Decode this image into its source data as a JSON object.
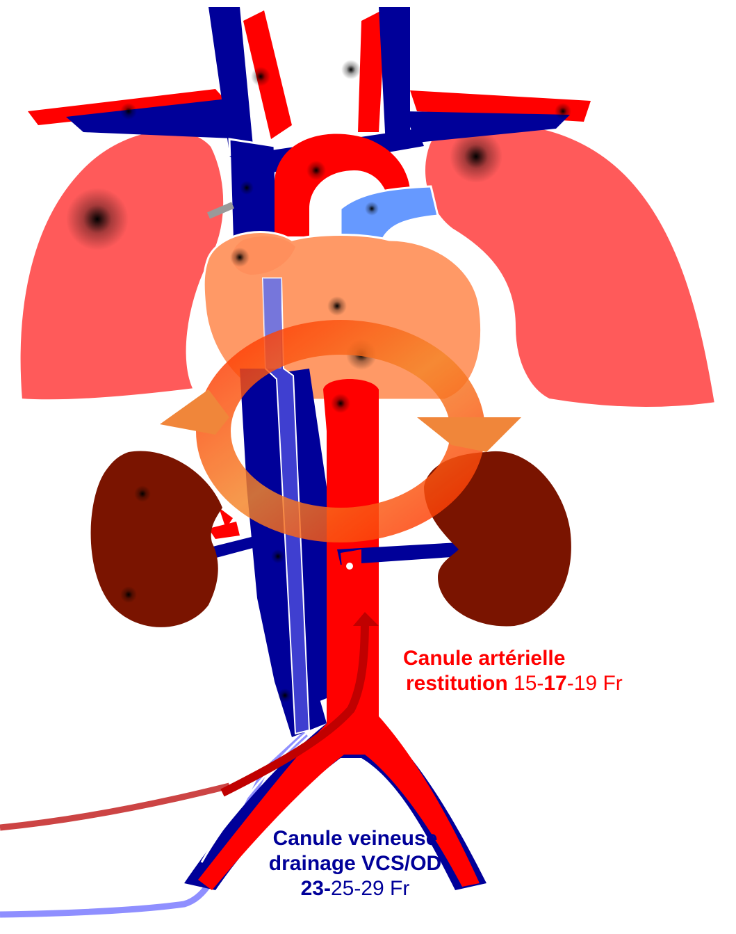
{
  "colors": {
    "artery": "#ff0000",
    "vein": "#000099",
    "lung": "#ff5a5a",
    "heart": "#ff9966",
    "kidney": "#7a1400",
    "pulmonary_artery": "#6699ff",
    "venous_cannula": "#3f3fd0",
    "circulation_arrow": "#f07820"
  },
  "labels": {
    "arterial": {
      "line1": "Canule artérielle",
      "line2_bold": "restitution",
      "line2_sizes_a": " 15-",
      "line2_sizes_bold": "17",
      "line2_sizes_b": "-19 Fr"
    },
    "venous": {
      "line1": "Canule veineuse",
      "line2": "drainage VCS/OD",
      "line3_bold": "23-",
      "line3_rest": "25-29 Fr"
    }
  }
}
